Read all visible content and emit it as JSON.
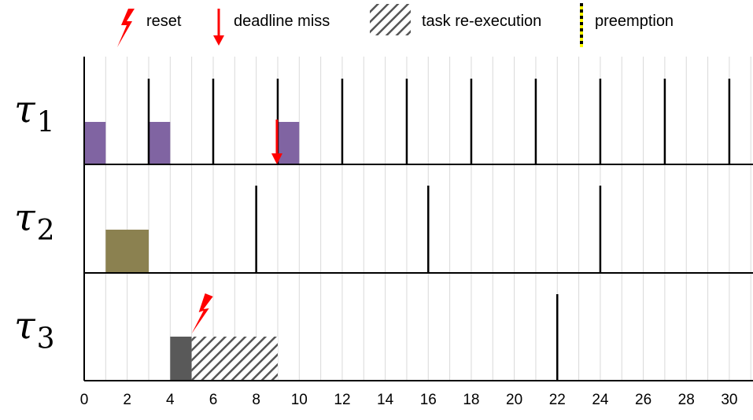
{
  "legend": {
    "reset_label": "reset",
    "deadline_miss_label": "deadline miss",
    "reexecution_label": "task re-execution",
    "preemption_label": "preemption",
    "reset_icon": "lightning-bolt-icon",
    "deadline_miss_icon": "down-arrow-icon",
    "reexecution_icon": "hatched-box-icon",
    "preemption_icon": "yellow-black-dashed-line-icon"
  },
  "colors": {
    "tau1": "#8064A2",
    "tau2": "#8B8150",
    "tau3": "#595959",
    "alert": "#FF0000",
    "preemption_yellow": "#FFFF00"
  },
  "chart_data": {
    "type": "gantt",
    "xlim": [
      0,
      31
    ],
    "xticks": [
      0,
      2,
      4,
      6,
      8,
      10,
      12,
      14,
      16,
      18,
      20,
      22,
      24,
      26,
      28,
      30
    ],
    "tasks": [
      {
        "id": "tau1",
        "symbol": "τ",
        "subscript": "1",
        "jobs": [
          {
            "start": 0,
            "end": 1,
            "kind": "exec"
          },
          {
            "start": 3,
            "end": 4,
            "kind": "exec"
          },
          {
            "start": 9,
            "end": 10,
            "kind": "exec"
          }
        ],
        "releases": [
          3,
          6,
          9,
          12,
          15,
          18,
          21,
          24,
          27,
          30
        ],
        "deadline_misses": [
          9
        ],
        "resets": []
      },
      {
        "id": "tau2",
        "symbol": "τ",
        "subscript": "2",
        "jobs": [
          {
            "start": 1,
            "end": 3,
            "kind": "exec"
          }
        ],
        "releases": [
          8,
          16,
          24
        ],
        "deadline_misses": [],
        "resets": []
      },
      {
        "id": "tau3",
        "symbol": "τ",
        "subscript": "3",
        "jobs": [
          {
            "start": 4,
            "end": 5,
            "kind": "exec"
          },
          {
            "start": 5,
            "end": 9,
            "kind": "reexec"
          }
        ],
        "releases": [
          22
        ],
        "deadline_misses": [],
        "resets": [
          5
        ]
      }
    ]
  }
}
